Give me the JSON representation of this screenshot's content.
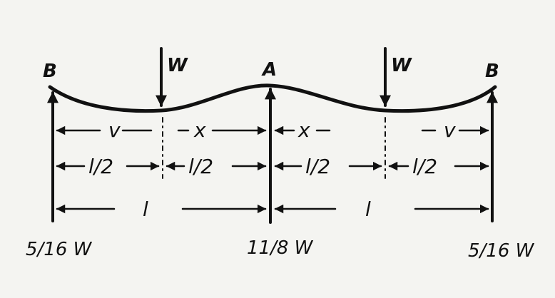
{
  "points": {
    "left_support": "B",
    "center_support": "A",
    "right_support": "B"
  },
  "loads": {
    "left": "W",
    "right": "W"
  },
  "dimensions": {
    "v_left": "v",
    "x_left": "x",
    "x_right": "x",
    "v_right": "v",
    "half_1": "l/2",
    "half_2": "l/2",
    "half_3": "l/2",
    "half_4": "l/2",
    "span_left": "l",
    "span_right": "l"
  },
  "reactions": {
    "left": "5/16 W",
    "center": "11/8 W",
    "right": "5/16 W"
  },
  "colors": {
    "ink": "#111111",
    "paper": "#f4f4f1"
  }
}
